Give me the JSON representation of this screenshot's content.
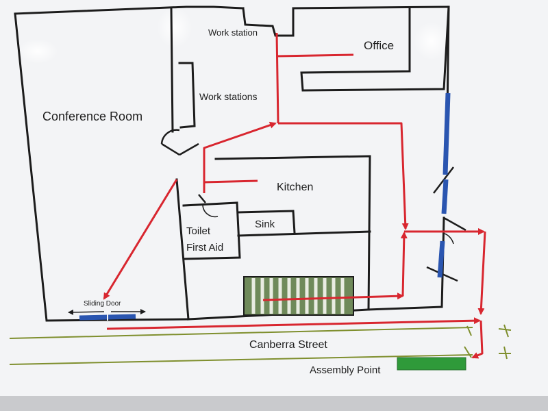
{
  "labels": {
    "conference_room": "Conference Room",
    "work_station": "Work station",
    "work_stations": "Work stations",
    "office": "Office",
    "kitchen": "Kitchen",
    "sink": "Sink",
    "toilet": "Toilet",
    "first_aid": "First Aid",
    "sliding_door": "Sliding Door",
    "street": "Canberra Street",
    "assembly_point": "Assembly Point"
  },
  "colors": {
    "wall": "#1c1c1c",
    "escape_route": "#d8262f",
    "window": "#2a55b0",
    "street_line": "#7f8f2e",
    "assembly_point": "#2f9a3a",
    "stairs": "#6f8a5a",
    "board": "#f3f4f6"
  }
}
